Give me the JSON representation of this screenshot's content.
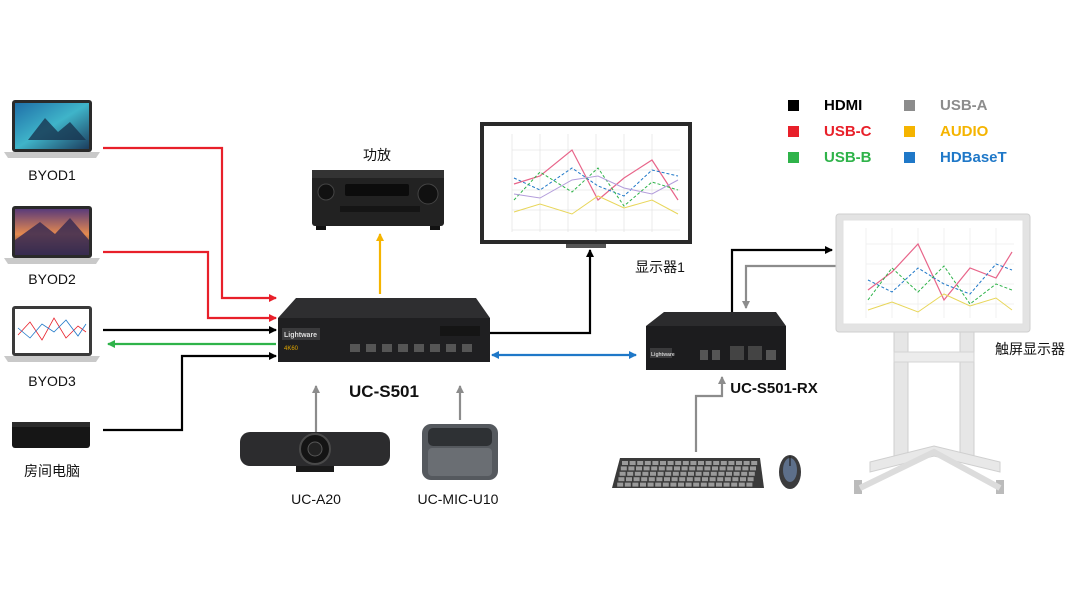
{
  "devices": {
    "byod1": "BYOD1",
    "byod2": "BYOD2",
    "byod3": "BYOD3",
    "room_pc": "房间电脑",
    "amplifier": "功放",
    "switcher": "UC-S501",
    "camera": "UC-A20",
    "microphone": "UC-MIC-U10",
    "display1": "显示器1",
    "receiver": "UC-S501-RX",
    "touch_display": "触屏显示器"
  },
  "device_text": {
    "switcher_brand": "Lightware",
    "switcher_res": "4K60",
    "receiver_brand": "Lightware"
  },
  "legend": [
    {
      "label": "HDMI",
      "color": "#000000"
    },
    {
      "label": "USB-A",
      "color": "#8c8c8c"
    },
    {
      "label": "USB-C",
      "color": "#e8202a"
    },
    {
      "label": "AUDIO",
      "color": "#f5b400"
    },
    {
      "label": "USB-B",
      "color": "#2fb34a"
    },
    {
      "label": "HDBaseT",
      "color": "#1f78c8"
    }
  ],
  "colors": {
    "hdmi": "#000000",
    "usb_a": "#8c8c8c",
    "usb_c": "#e8202a",
    "audio": "#f5b400",
    "usb_b": "#2fb34a",
    "hdbaset": "#1f78c8"
  },
  "icons": [
    "laptop-icon",
    "amplifier-icon",
    "switcher-icon",
    "camera-icon",
    "microphone-icon",
    "monitor-icon",
    "receiver-icon",
    "keyboard-icon",
    "mouse-icon",
    "touch-display-icon"
  ]
}
